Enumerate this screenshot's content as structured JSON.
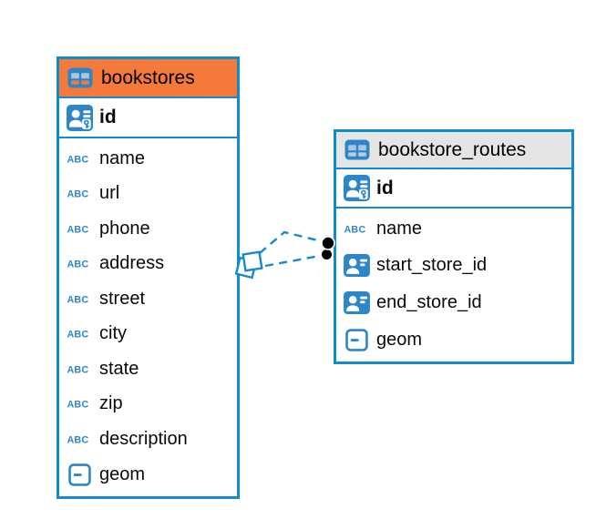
{
  "diagram": {
    "type": "entity-relationship",
    "background": "#ffffff"
  },
  "colors": {
    "table_border": "#1489CB",
    "bookstores_header_bg": "#F5793B",
    "routes_header_bg": "#E5E5E5",
    "icon_blue": "#2E86C8",
    "relation_line": "#1489CB",
    "endpoint_dot": "#000000",
    "text": "#0a0a0a"
  },
  "icons": {
    "text_type_glyph": "ABC"
  },
  "tables": [
    {
      "name": "bookstores",
      "header_style": "orange",
      "primary_key": {
        "name": "id",
        "icon": "primary-key-icon"
      },
      "fields": [
        {
          "name": "name",
          "icon": "text-type-icon"
        },
        {
          "name": "url",
          "icon": "text-type-icon"
        },
        {
          "name": "phone",
          "icon": "text-type-icon"
        },
        {
          "name": "address",
          "icon": "text-type-icon"
        },
        {
          "name": "street",
          "icon": "text-type-icon"
        },
        {
          "name": "city",
          "icon": "text-type-icon"
        },
        {
          "name": "state",
          "icon": "text-type-icon"
        },
        {
          "name": "zip",
          "icon": "text-type-icon"
        },
        {
          "name": "description",
          "icon": "text-type-icon"
        },
        {
          "name": "geom",
          "icon": "geometry-type-icon"
        }
      ]
    },
    {
      "name": "bookstore_routes",
      "header_style": "gray",
      "primary_key": {
        "name": "id",
        "icon": "primary-key-icon"
      },
      "fields": [
        {
          "name": "name",
          "icon": "text-type-icon"
        },
        {
          "name": "start_store_id",
          "icon": "reference-type-icon"
        },
        {
          "name": "end_store_id",
          "icon": "reference-type-icon"
        },
        {
          "name": "geom",
          "icon": "geometry-type-icon"
        }
      ]
    }
  ],
  "relationships": [
    {
      "from": "bookstore_routes",
      "to": "bookstores",
      "line_style": "dashed",
      "from_marker": "dot",
      "to_marker": "diamond"
    },
    {
      "from": "bookstore_routes",
      "to": "bookstores",
      "line_style": "dashed",
      "from_marker": "dot",
      "to_marker": "diamond"
    }
  ]
}
